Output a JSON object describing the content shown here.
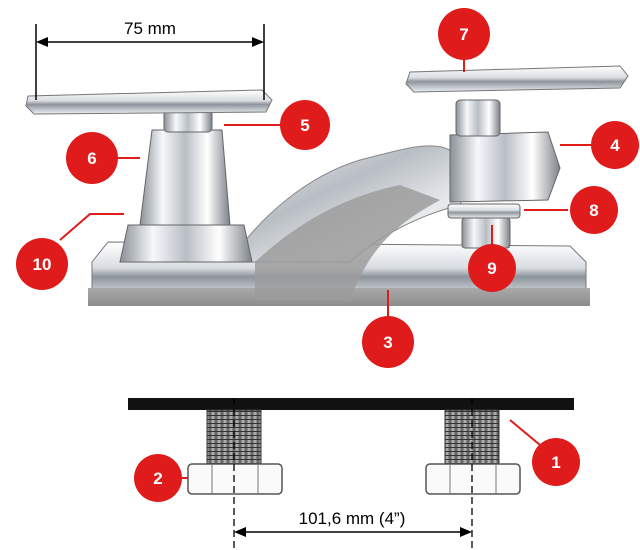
{
  "dimensions": {
    "handle_width": "75 mm",
    "center_spacing": "101,6 mm (4”)"
  },
  "callouts": [
    {
      "number": "1",
      "part": "mounting-surface"
    },
    {
      "number": "2",
      "part": "mounting-nut"
    },
    {
      "number": "3",
      "part": "base"
    },
    {
      "number": "4",
      "part": "valve-body"
    },
    {
      "number": "5",
      "part": "stem-cap"
    },
    {
      "number": "6",
      "part": "valve-body"
    },
    {
      "number": "7",
      "part": "lever-handle"
    },
    {
      "number": "8",
      "part": "pop-up-rod"
    },
    {
      "number": "9",
      "part": "pop-up-knob"
    },
    {
      "number": "10",
      "part": "base-flange"
    }
  ],
  "colors": {
    "badge": "#e01b1b",
    "chrome_light": "#f4f6f8",
    "chrome_dark": "#6d737b",
    "base_gray": "#9a9a9a"
  }
}
